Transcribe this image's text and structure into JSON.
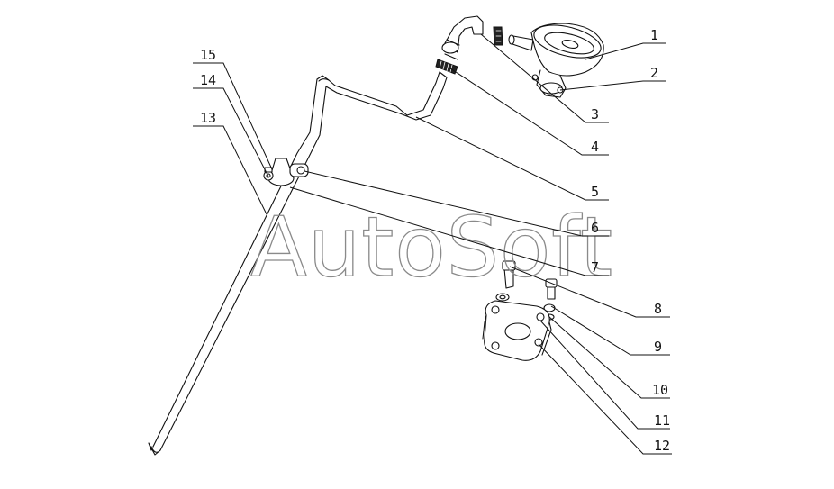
{
  "watermark": "AutoSoft",
  "callouts": [
    {
      "label": "1"
    },
    {
      "label": "2"
    },
    {
      "label": "3"
    },
    {
      "label": "4"
    },
    {
      "label": "5"
    },
    {
      "label": "6"
    },
    {
      "label": "7"
    },
    {
      "label": "8"
    },
    {
      "label": "9"
    },
    {
      "label": "10"
    },
    {
      "label": "11"
    },
    {
      "label": "12"
    },
    {
      "label": "13"
    },
    {
      "label": "14"
    },
    {
      "label": "15"
    }
  ],
  "colors": {
    "line": "#111111",
    "watermark": "#8a8a8a",
    "background": "#ffffff"
  }
}
